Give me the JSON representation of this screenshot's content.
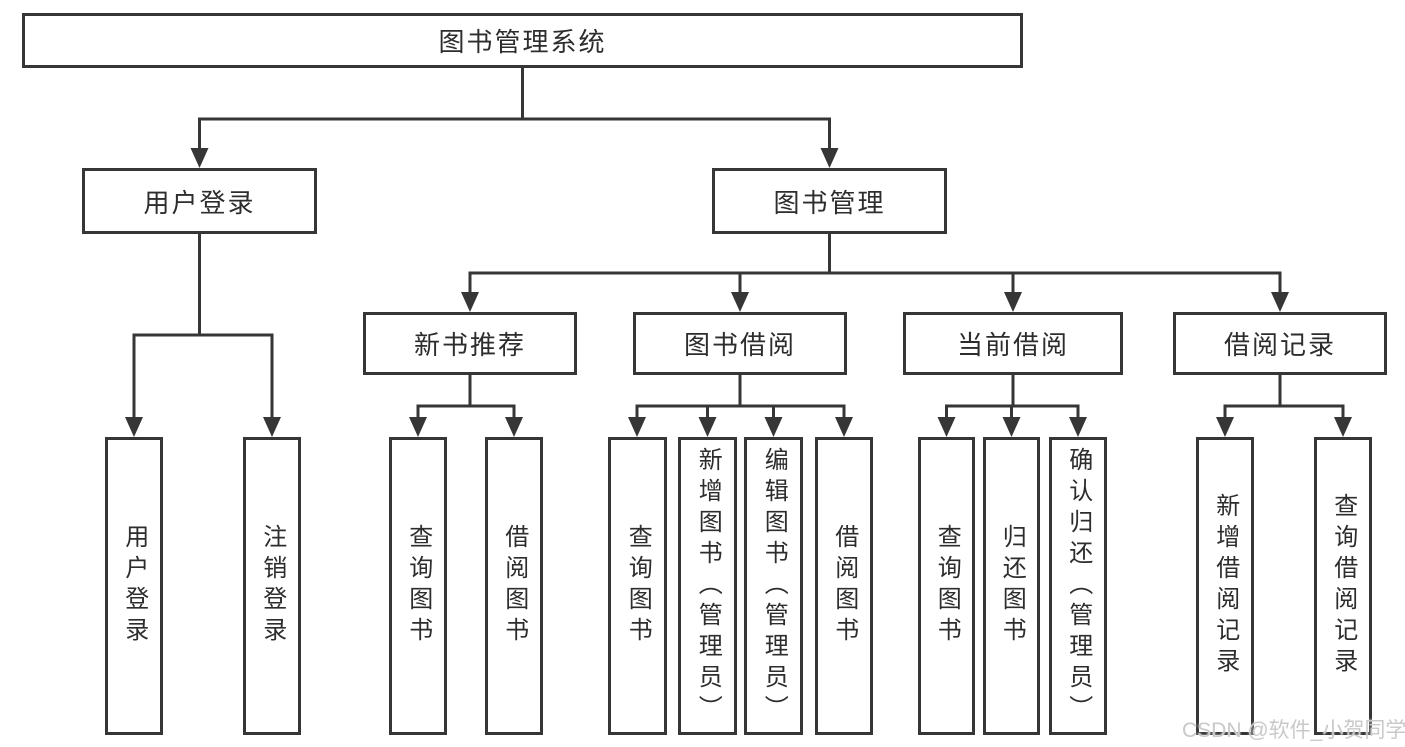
{
  "title": "图书管理系统",
  "watermark": "CSDN @软件_小贺同学",
  "colors": {
    "line": "#363636",
    "text": "#2d2d2d",
    "watermark_color": "#c9c9c9",
    "background": "#ffffff"
  },
  "tree": {
    "label": "图书管理系统",
    "children": [
      {
        "label": "用户登录",
        "children": [
          {
            "label": "用户登录"
          },
          {
            "label": "注销登录"
          }
        ]
      },
      {
        "label": "图书管理",
        "children": [
          {
            "label": "新书推荐",
            "children": [
              {
                "label": "查询图书"
              },
              {
                "label": "借阅图书"
              }
            ]
          },
          {
            "label": "图书借阅",
            "children": [
              {
                "label": "查询图书"
              },
              {
                "label": "新增图书（管理员）"
              },
              {
                "label": "编辑图书（管理员）"
              },
              {
                "label": "借阅图书"
              }
            ]
          },
          {
            "label": "当前借阅",
            "children": [
              {
                "label": "查询图书"
              },
              {
                "label": "归还图书"
              },
              {
                "label": "确认归还（管理员）"
              }
            ]
          },
          {
            "label": "借阅记录",
            "children": [
              {
                "label": "新增借阅记录"
              },
              {
                "label": "查询借阅记录"
              }
            ]
          }
        ]
      }
    ]
  }
}
